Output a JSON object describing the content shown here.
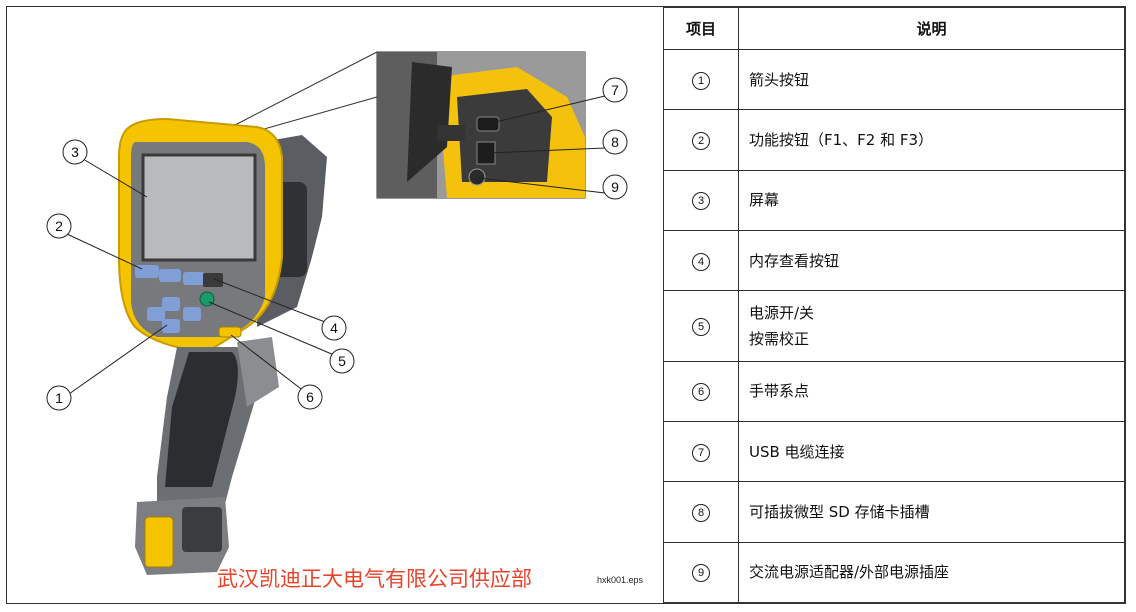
{
  "figure": {
    "watermark": "武汉凯迪正大电气有限公司供应部",
    "filename": "hxk001.eps",
    "callouts": [
      "1",
      "2",
      "3",
      "4",
      "5",
      "6",
      "7",
      "8",
      "9"
    ]
  },
  "table": {
    "header": {
      "item": "项目",
      "desc": "说明"
    },
    "rows": [
      {
        "num": "1",
        "desc": [
          "箭头按钮"
        ]
      },
      {
        "num": "2",
        "desc": [
          "功能按钮（F1、F2 和 F3）"
        ]
      },
      {
        "num": "3",
        "desc": [
          "屏幕"
        ]
      },
      {
        "num": "4",
        "desc": [
          "内存查看按钮"
        ]
      },
      {
        "num": "5",
        "desc": [
          "电源开/关",
          "按需校正"
        ]
      },
      {
        "num": "6",
        "desc": [
          "手带系点"
        ]
      },
      {
        "num": "7",
        "desc": [
          "USB 电缆连接"
        ]
      },
      {
        "num": "8",
        "desc": [
          "可插拔微型 SD 存储卡插槽"
        ]
      },
      {
        "num": "9",
        "desc": [
          "交流电源适配器/外部电源插座"
        ]
      }
    ]
  },
  "colors": {
    "body_yellow": "#f5c400",
    "grey": "#6b6e72",
    "button_blue": "#7f9fd6",
    "power_green": "#1a9b6a",
    "watermark_red": "#e8442a"
  }
}
